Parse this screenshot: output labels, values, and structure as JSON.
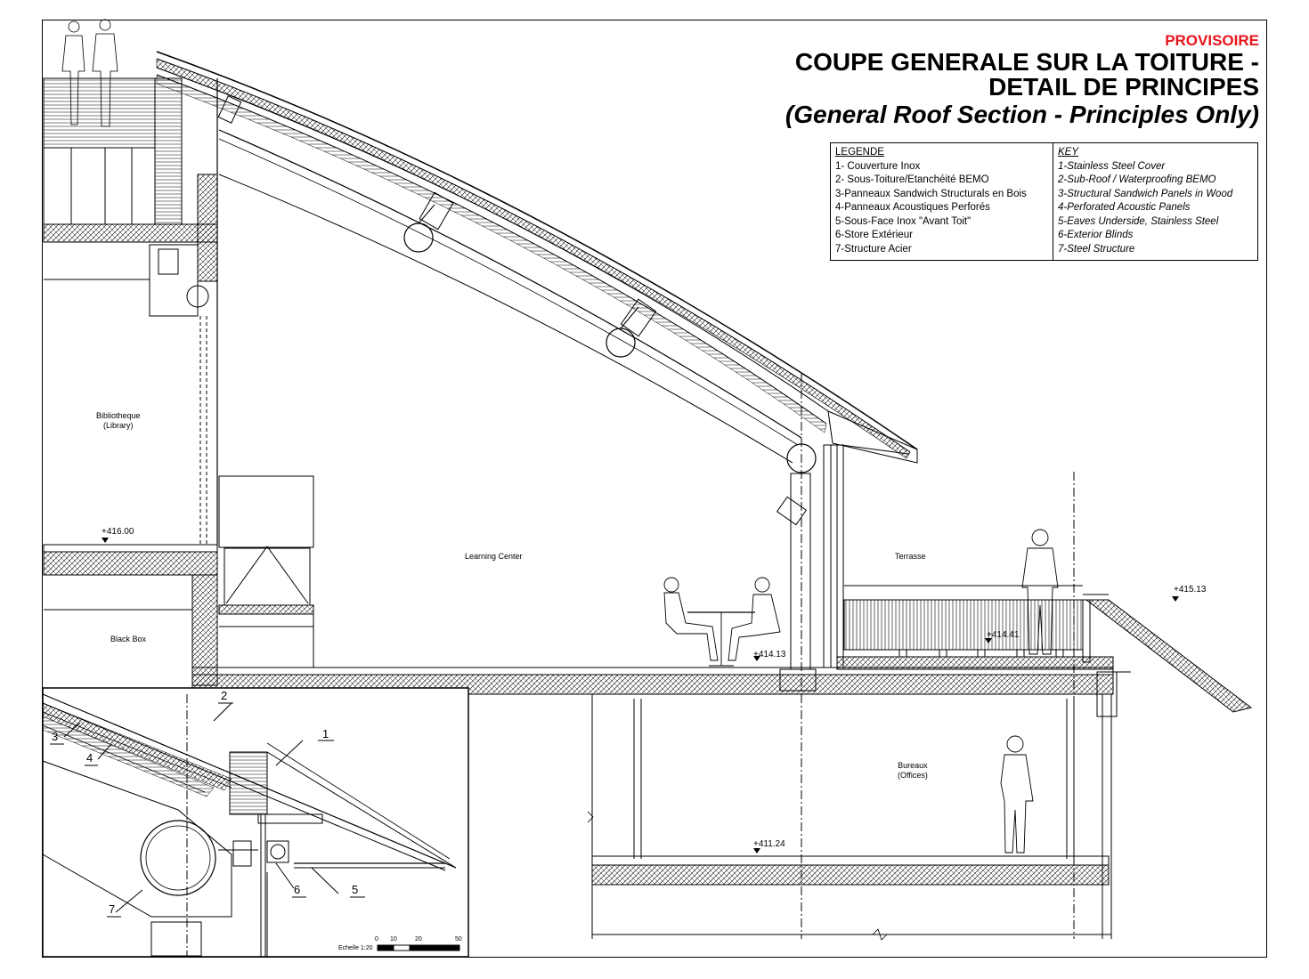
{
  "title_block": {
    "status": "PROVISOIRE",
    "title_line1": "COUPE GENERALE SUR LA TOITURE -",
    "title_line2": "DETAIL DE PRINCIPES",
    "title_en": "(General Roof Section - Principles Only)"
  },
  "legend": {
    "header_fr": "LEGENDE",
    "header_en": "KEY",
    "items_fr": [
      "1- Couverture Inox",
      "2- Sous-Toiture/Etanchéité BEMO",
      "3-Panneaux Sandwich Structurals en Bois",
      "4-Panneaux Acoustiques Perforés",
      "5-Sous-Face Inox \"Avant Toit\"",
      "6-Store Extérieur",
      "7-Structure Acier"
    ],
    "items_en": [
      "1-Stainless Steel Cover",
      "2-Sub-Roof / Waterproofing BEMO",
      "3-Structural Sandwich Panels in Wood",
      "4-Perforated Acoustic Panels",
      "5-Eaves Underside, Stainless Steel",
      "6-Exterior Blinds",
      "7-Steel Structure"
    ]
  },
  "rooms": {
    "library": "Bibliotheque\n(Library)",
    "black_box": "Black Box",
    "learning_center": "Learning Center",
    "terrace": "Terrasse",
    "offices": "Bureaux\n(Offices)"
  },
  "levels": {
    "lib_floor": "+416.00",
    "learning_floor": "+414.13",
    "terrace_floor": "+414.41",
    "right_level": "+415.13",
    "offices_floor": "+411.24"
  },
  "detail": {
    "callouts": [
      "1",
      "2",
      "3",
      "4",
      "5",
      "6",
      "7"
    ],
    "scale_ticks": [
      "0",
      "10",
      "20",
      "50"
    ],
    "scale_text": "Echelle 1:20"
  }
}
